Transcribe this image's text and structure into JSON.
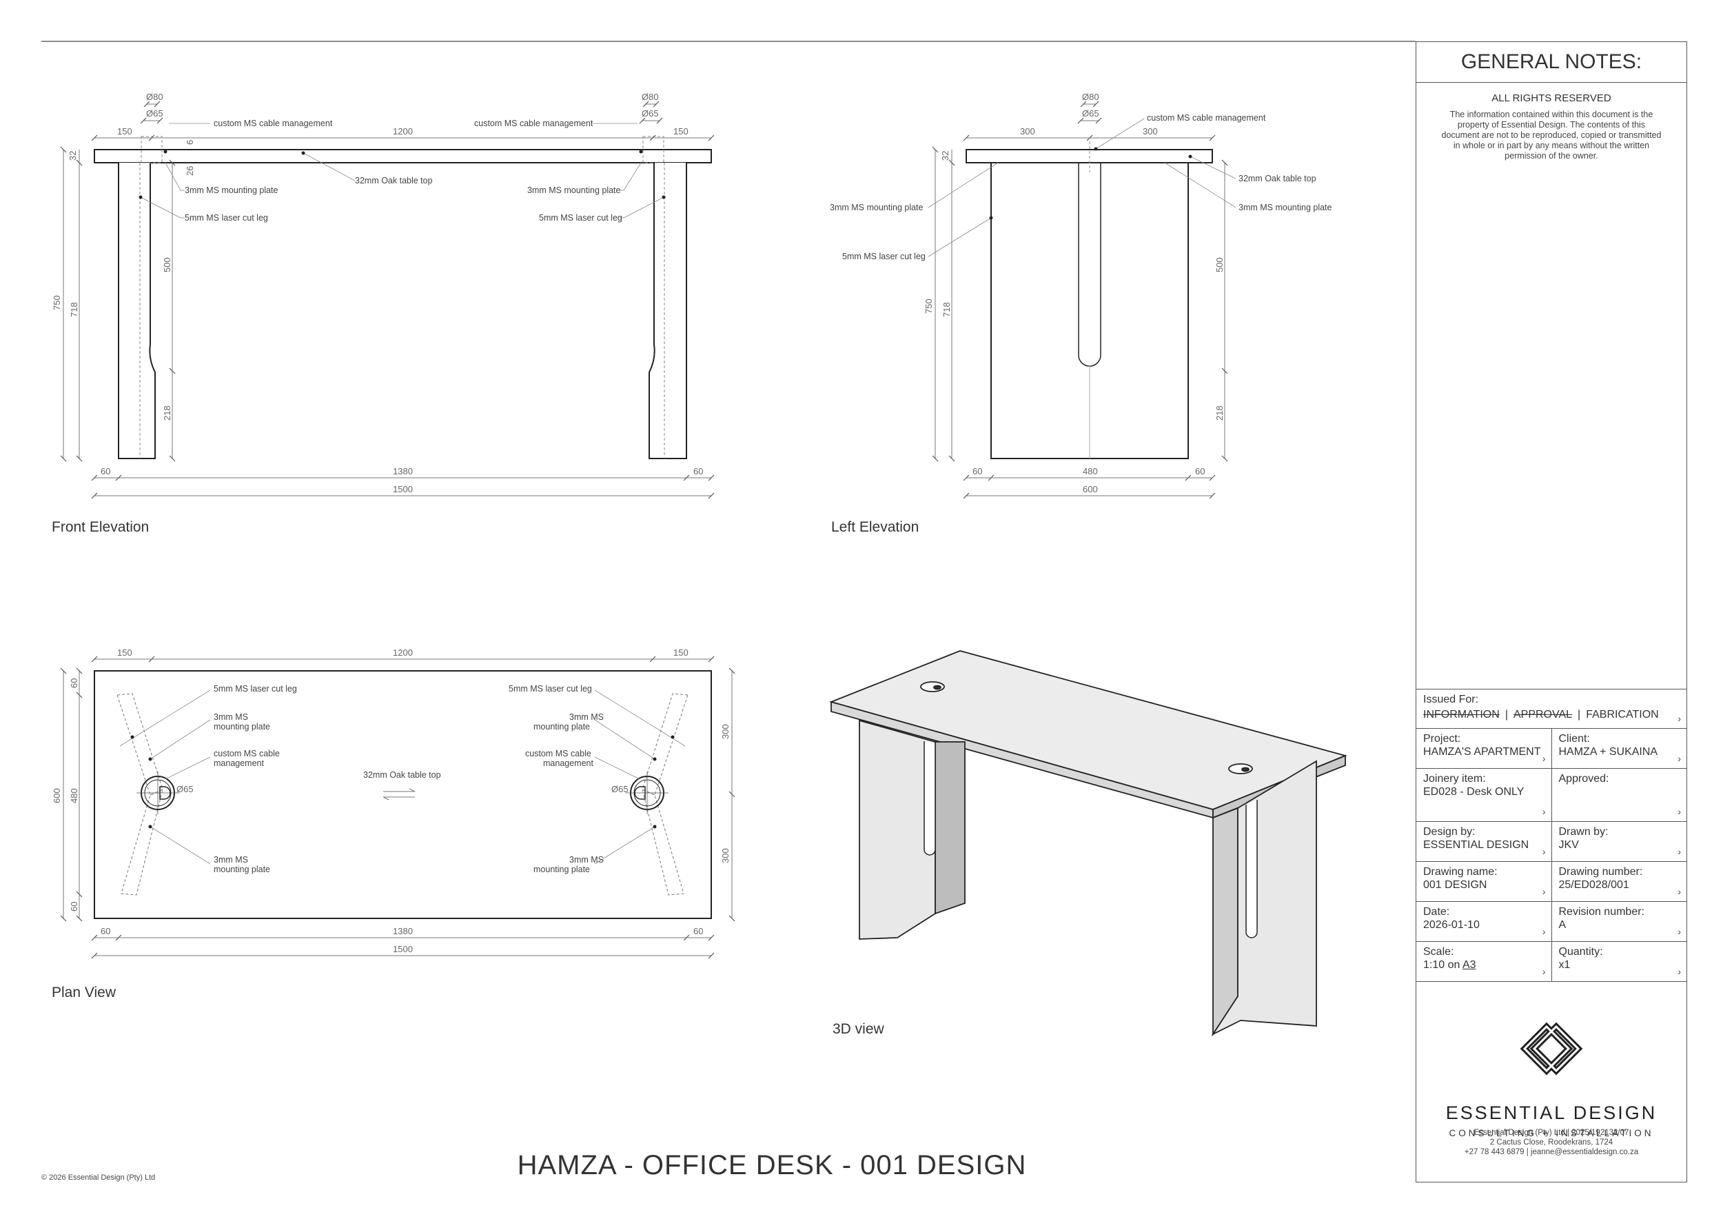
{
  "sheet": {
    "title": "HAMZA - OFFICE DESK - 001 DESIGN",
    "copyright": "© 2026 Essential Design (Pty) Ltd"
  },
  "views": {
    "front": "Front Elevation",
    "left": "Left Elevation",
    "plan": "Plan View",
    "iso": "3D view"
  },
  "front": {
    "d80a": "Ø80",
    "d65a": "Ø65",
    "d80b": "Ø80",
    "d65b": "Ø65",
    "w150a": "150",
    "w1200": "1200",
    "w150b": "150",
    "cable_left": "custom MS cable management",
    "cable_right": "custom MS cable management",
    "top": "32mm Oak table top",
    "plate_left": "3mm MS mounting plate",
    "plate_right": "3mm MS mounting plate",
    "leg_left": "5mm MS laser cut leg",
    "leg_right": "5mm MS laser cut leg",
    "h32": "32",
    "h26": "26",
    "h6": "6",
    "h750": "750",
    "h718": "718",
    "h500": "500",
    "h218": "218",
    "b60a": "60",
    "b1380": "1380",
    "b60b": "60",
    "b1500": "1500"
  },
  "left": {
    "d80": "Ø80",
    "d65": "Ø65",
    "w300a": "300",
    "w300b": "300",
    "cable": "custom MS cable management",
    "top": "32mm Oak table top",
    "plate_left": "3mm MS mounting plate",
    "plate_right": "3mm MS mounting plate",
    "leg": "5mm MS laser cut leg",
    "h32": "32",
    "h750": "750",
    "h718": "718",
    "h500": "500",
    "h218": "218",
    "b60a": "60",
    "b480": "480",
    "b60b": "60",
    "b600": "600"
  },
  "plan": {
    "w150a": "150",
    "w1200": "1200",
    "w150b": "150",
    "leg_left": "5mm MS laser cut leg",
    "leg_right": "5mm MS laser cut leg",
    "plate_l1a": "3mm MS",
    "plate_l1b": "mounting plate",
    "plate_r1a": "3mm MS",
    "plate_r1b": "mounting plate",
    "cable_la": "custom MS cable",
    "cable_lb": "management",
    "cable_ra": "custom MS cable",
    "cable_rb": "management",
    "top": "32mm Oak table top",
    "d65l": "Ø65",
    "d65r": "Ø65",
    "plate_l2a": "3mm MS",
    "plate_l2b": "mounting plate",
    "plate_r2a": "3mm MS",
    "plate_r2b": "mounting plate",
    "h600": "600",
    "h480": "480",
    "h60a": "60",
    "h60b": "60",
    "h300a": "300",
    "h300b": "300",
    "b60a": "60",
    "b1380": "1380",
    "b60b": "60",
    "b1500": "1500"
  },
  "titleblock": {
    "heading": "GENERAL NOTES:",
    "rights": "ALL RIGHTS RESERVED",
    "info": "The information contained within this document is the property of Essential Design. The contents of this document are not to be reproduced, copied or transmitted in whole or in part by any means without the written permission of the owner.",
    "issued_for": "Issued For:",
    "opt_information": "INFORMATION",
    "opt_approval": "APPROVAL",
    "opt_fabrication": "FABRICATION",
    "sep": "|",
    "project_label": "Project:",
    "project_value": "HAMZA'S APARTMENT",
    "client_label": "Client:",
    "client_value": "HAMZA + SUKAINA",
    "joinery_label": "Joinery item:",
    "joinery_value": "ED028 - Desk ONLY",
    "approved_label": "Approved:",
    "approved_value": "",
    "designby_label": "Design by:",
    "designby_value": "ESSENTIAL DESIGN",
    "drawnby_label": "Drawn by:",
    "drawnby_value": "JKV",
    "dname_label": "Drawing name:",
    "dname_value": "001 DESIGN",
    "dnum_label": "Drawing number:",
    "dnum_value": "25/ED028/001",
    "date_label": "Date:",
    "date_value": "2026-01-10",
    "rev_label": "Revision number:",
    "rev_value": "A",
    "scale_label": "Scale:",
    "scale_value": "1:10 on",
    "scale_paper": "A3",
    "qty_label": "Quantity:",
    "qty_value": "x1",
    "chev": "›",
    "logo_name": "ESSENTIAL DESIGN",
    "logo_sub": "CONSULTING + INSTALLATION",
    "company_line1": "Essential Design (Pty) Ltd   |   2025/192132/07",
    "company_line2": "2 Cactus Close, Roodekrans, 1724",
    "company_line3": "+27 78 443 6879   |   jeanne@essentialdesign.co.za"
  }
}
